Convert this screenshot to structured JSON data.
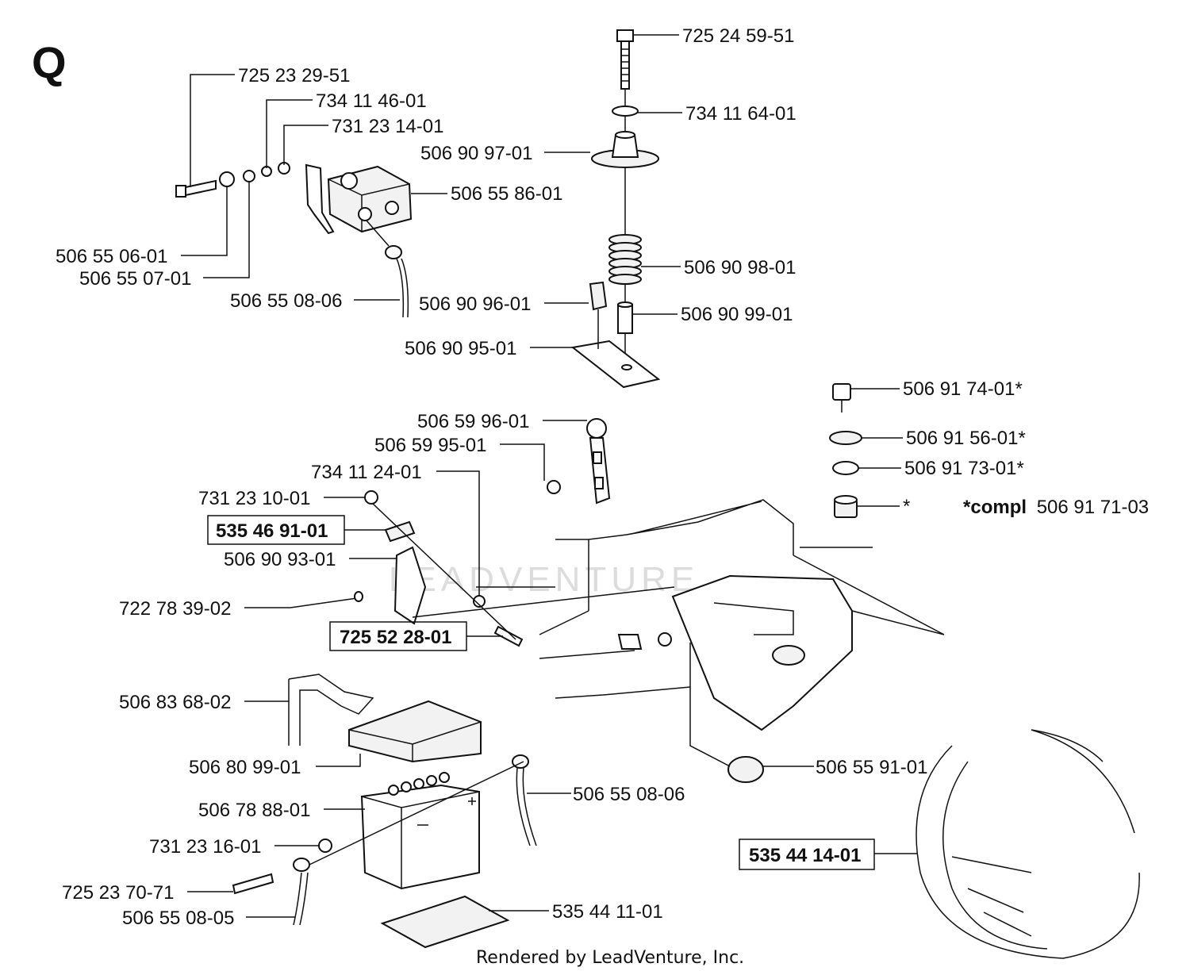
{
  "diagram": {
    "section_letter": "Q",
    "footer": "Rendered by LeadVenture, Inc.",
    "watermark": "LEADVENTURE",
    "compl_note_prefix": "*compl",
    "compl_note_number": "506 91 71-03",
    "labels": {
      "p1": "725 24 59-51",
      "p2": "725 23 29-51",
      "p3": "734 11 46-01",
      "p4": "734 11 64-01",
      "p5": "731 23 14-01",
      "p6": "506 90 97-01",
      "p7": "506 55 86-01",
      "p8": "506 55 06-01",
      "p9": "506 55 07-01",
      "p10": "506 90 98-01",
      "p11": "506 55 08-06",
      "p12": "506 90 96-01",
      "p13": "506 90 99-01",
      "p14": "506 90 95-01",
      "p15": "506 91 74-01*",
      "p16": "506 59 96-01",
      "p17": "506 91 56-01*",
      "p18": "506 59 95-01",
      "p19": "506 91 73-01*",
      "p20": "734 11 24-01",
      "p21": "731 23 10-01",
      "p22": "*",
      "p23": "535 46 91-01",
      "p24": "506 90 93-01",
      "p25": "722 78 39-02",
      "p26": "725 52 28-01",
      "p27": "506 83 68-02",
      "p28": "506 55 91-01",
      "p29": "506 80 99-01",
      "p30": "506 55 08-06",
      "p31": "506 78 88-01",
      "p32": "535 44 14-01",
      "p33": "731 23 16-01",
      "p34": "725 23 70-71",
      "p35": "535 44 11-01",
      "p36": "506 55 08-05"
    }
  }
}
